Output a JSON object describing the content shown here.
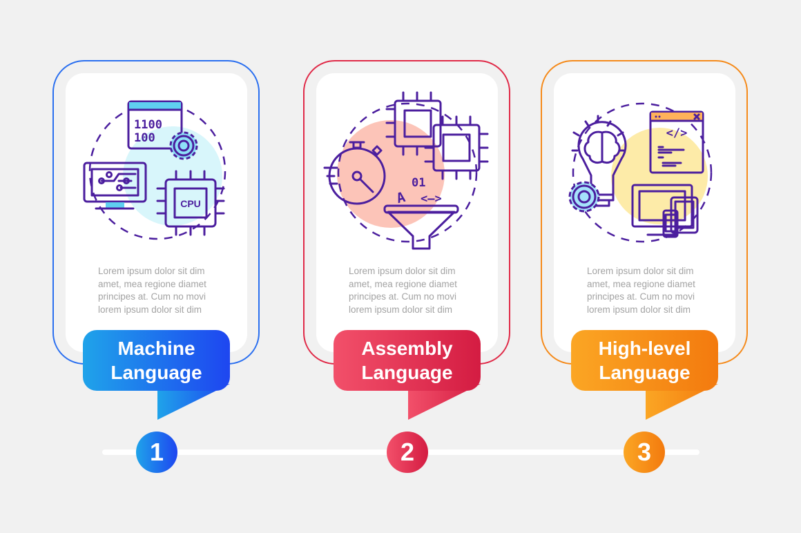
{
  "steps": [
    {
      "number": "1",
      "title_line1": "Machine",
      "title_line2": "Language",
      "description": [
        "Lorem ipsum dolor sit dim",
        "amet, mea regione diamet",
        "principes at. Cum no movi",
        "lorem ipsum dolor sit dim"
      ],
      "icon_text": {
        "binary_line1": "1100",
        "binary_line2": "100",
        "chip": "CPU"
      },
      "colors": {
        "start": "#1fa3ea",
        "end": "#1e46f0"
      }
    },
    {
      "number": "2",
      "title_line1": "Assembly",
      "title_line2": "Language",
      "description": [
        "Lorem ipsum dolor sit dim",
        "amet, mea regione diamet",
        "principes at. Cum no movi",
        "lorem ipsum dolor sit dim"
      ],
      "icon_text": {
        "binary": "01",
        "letter": "A",
        "arrows": "<–>"
      },
      "colors": {
        "start": "#f2506a",
        "end": "#d41c42"
      }
    },
    {
      "number": "3",
      "title_line1": "High-level",
      "title_line2": "Language",
      "description": [
        "Lorem ipsum dolor sit dim",
        "amet, mea regione diamet",
        "principes at. Cum no movi",
        "lorem ipsum dolor sit dim"
      ],
      "icon_text": {
        "code": "</>"
      },
      "colors": {
        "start": "#fba624",
        "end": "#f37a0e"
      }
    }
  ]
}
